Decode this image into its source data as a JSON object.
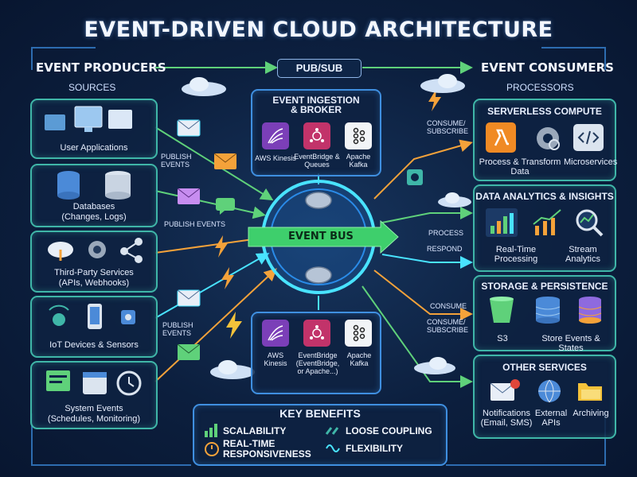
{
  "title": "EVENT-DRIVEN CLOUD ARCHITECTURE",
  "pubsub": "PUB/SUB",
  "producers": {
    "title": "EVENT PRODUCERS",
    "subtitle": "SOURCES",
    "items": [
      {
        "label": "User Applications",
        "sub": ""
      },
      {
        "label": "Databases",
        "sub": "(Changes, Logs)"
      },
      {
        "label": "Third-Party Services",
        "sub": "(APIs, Webhooks)"
      },
      {
        "label": "IoT Devices & Sensors",
        "sub": ""
      },
      {
        "label": "System Events",
        "sub": "(Schedules, Monitoring)"
      }
    ]
  },
  "consumers": {
    "title": "EVENT CONSUMERS",
    "subtitle": "PROCESSORS",
    "serverless": {
      "title": "SERVERLESS COMPUTE",
      "items": [
        "Process & Transform Data",
        "Microservices"
      ]
    },
    "analytics": {
      "title": "DATA ANALYTICS & INSIGHTS",
      "items": [
        "Real-Time Processing",
        "Stream Analytics"
      ]
    },
    "storage": {
      "title": "STORAGE & PERSISTENCE",
      "items": [
        "S3",
        "Store Events & States"
      ]
    },
    "other": {
      "title": "OTHER SERVICES",
      "items": [
        "Notifications (Email, SMS)",
        "External APIs",
        "Archiving"
      ]
    }
  },
  "broker": {
    "title": "EVENT INGESTION & BROKER",
    "top": [
      "AWS Kinesis",
      "EventBridge & Queues",
      "Apache Kafka"
    ],
    "bottom": [
      "AWS Kinesis",
      "EventBridge (EventBridge, or Apache...)",
      "Apache Kafka"
    ]
  },
  "event_bus": "EVENT BUS",
  "flow_labels": {
    "publish1": "PUBLISH EVENTS",
    "publish2": "PUBLISH EVENTS",
    "publish3": "PUBLISH EVENTS",
    "consume_subscribe1": "CONSUME/ SUBSCRIBE",
    "process": "PROCESS",
    "respond": "RESPOND",
    "consume": "CONSUME",
    "consume_subscribe2": "CONSUME/ SUBSCRIBE"
  },
  "benefits": {
    "title": "KEY BENEFITS",
    "items": [
      "SCALABILITY",
      "LOOSE COUPLING",
      "REAL-TIME RESPONSIVENESS",
      "FLEXIBILITY"
    ]
  },
  "colors": {
    "accent_teal": "#3fb6a8",
    "accent_blue": "#3f8fe0",
    "bus_cyan": "#49e3ff",
    "arrow_orange": "#f4a23a",
    "arrow_green": "#5fd17a"
  }
}
